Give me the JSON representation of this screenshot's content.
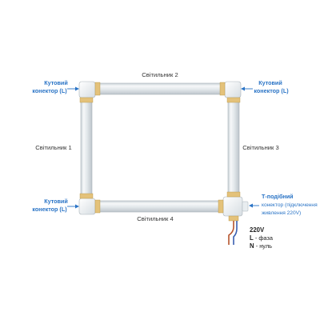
{
  "labels": {
    "lamp_top": "Світильник 2",
    "lamp_left": "Світильник 1",
    "lamp_right": "Світильник 3",
    "lamp_bottom": "Світильник 4"
  },
  "callouts": {
    "top_left": {
      "line1": "Кутовий",
      "line2": "конектор (L)"
    },
    "top_right": {
      "line1": "Кутовий",
      "line2": "конектор (L)"
    },
    "bottom_left": {
      "line1": "Кутовий",
      "line2": "конектор (L)"
    },
    "t_connector": {
      "line1": "Т-подібний",
      "line2": "конектор (підключення",
      "line3": "живлення 220V)"
    }
  },
  "power": {
    "voltage": "220V",
    "phase_letter": "L",
    "phase_text": " - фаза",
    "neutral_letter": "N",
    "neutral_text": " - нуль"
  },
  "colors": {
    "accent": "#2a74c6",
    "phase_wire": "#b5542c",
    "neutral_wire": "#3a5fb0",
    "tube": "#dfe6ea"
  }
}
